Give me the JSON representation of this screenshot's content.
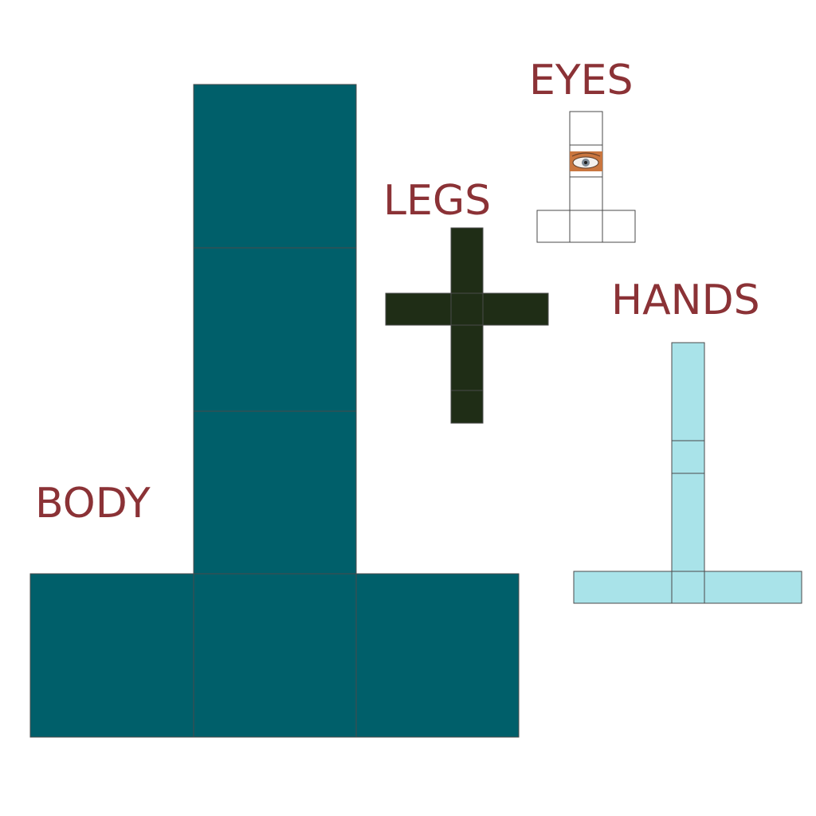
{
  "labels": {
    "body": "BODY",
    "legs": "LEGS",
    "eyes": "EYES",
    "hands": "HANDS"
  },
  "colors": {
    "label": "#8b3236",
    "body": "#005f6a",
    "legs": "#1f2d16",
    "eyes": "#ffffff",
    "hands": "#a9e3e9",
    "outline": "#4a4a4a",
    "eye_skin": "#c9763f",
    "eye_iris": "#7d8a96"
  }
}
